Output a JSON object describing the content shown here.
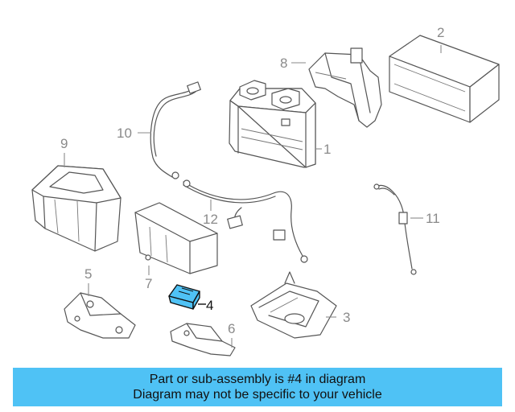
{
  "diagram": {
    "highlight_color": "#4fc2f5",
    "callouts": {
      "c1": "1",
      "c2": "2",
      "c3": "3",
      "c4": "4",
      "c5": "5",
      "c6": "6",
      "c7": "7",
      "c8": "8",
      "c9": "9",
      "c10": "10",
      "c11": "11",
      "c12": "12"
    },
    "highlighted_part": "4"
  },
  "banner": {
    "background": "#4fc2f5",
    "line1": "Part or sub-assembly is #4 in diagram",
    "line2": "Diagram may not be specific to your vehicle"
  }
}
